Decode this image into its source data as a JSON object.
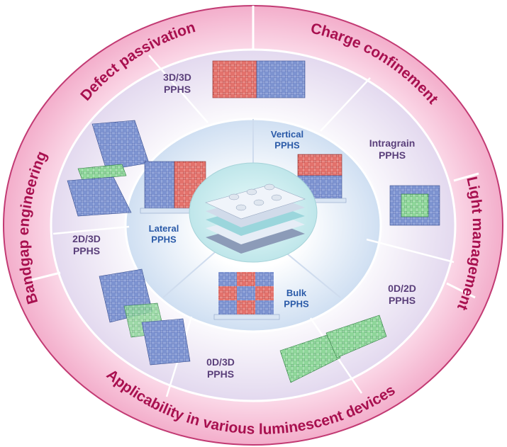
{
  "outer_ring": {
    "top_left": "Defect passivation",
    "top_right": "Charge confinement",
    "right": "Light management",
    "left": "Bandgap engineering",
    "bottom": "Applicability in various luminescent devices"
  },
  "middle_ring": {
    "s3d3d": "3D/3D\nPPHS",
    "intragrain": "Intragrain\nPPHS",
    "s0d2d": "0D/2D\nPPHS",
    "s0d3d": "0D/3D\nPPHS",
    "s2d3d": "2D/3D\nPPHS"
  },
  "inner_circle": {
    "vertical": "Vertical\nPPHS",
    "lateral": "Lateral\nPPHS",
    "bulk": "Bulk\nPPHS"
  },
  "colors": {
    "ring_outer": "#f7c9dc",
    "ring_text": "#a8104f",
    "middle_fill": "#e9e2f2",
    "middle_text": "#5a3f7a",
    "inner_fill": "#f4f8fd",
    "inner_text": "#2a5aa8",
    "red_block": "#d9534f",
    "blue_block": "#6f86c8",
    "green_block": "#6fc479"
  }
}
